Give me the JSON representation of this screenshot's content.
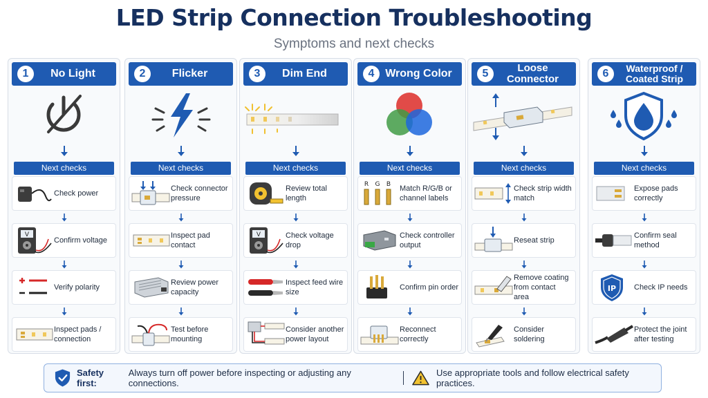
{
  "header": {
    "title": "LED Strip Connection Troubleshooting",
    "subtitle": "Symptoms and next checks"
  },
  "colors": {
    "accent": "#1f5bb2",
    "title": "#16305f",
    "warning": "#f2c230",
    "danger": "#d62828"
  },
  "next_checks_label": "Next checks",
  "columns": [
    {
      "number": "1",
      "title": "No Light",
      "hero_icon": "power-off-icon",
      "steps": [
        {
          "icon": "power-adapter-icon",
          "text": "Check power"
        },
        {
          "icon": "multimeter-icon",
          "text": "Confirm voltage"
        },
        {
          "icon": "polarity-icon",
          "text": "Verify polarity"
        },
        {
          "icon": "led-strip-pads-icon",
          "text": "Inspect pads / connection"
        }
      ]
    },
    {
      "number": "2",
      "title": "Flicker",
      "hero_icon": "lightning-icon",
      "steps": [
        {
          "icon": "connector-pressure-icon",
          "text": "Check connector pressure"
        },
        {
          "icon": "led-strip-icon",
          "text": "Inspect pad contact"
        },
        {
          "icon": "power-supply-icon",
          "text": "Review power capacity"
        },
        {
          "icon": "wired-connector-icon",
          "text": "Test before mounting"
        }
      ]
    },
    {
      "number": "3",
      "title": "Dim End",
      "hero_icon": "dimming-strip-icon",
      "steps": [
        {
          "icon": "tape-measure-icon",
          "text": "Review total length"
        },
        {
          "icon": "multimeter-icon",
          "text": "Check voltage drop"
        },
        {
          "icon": "feed-wire-icon",
          "text": "Inspect feed wire size"
        },
        {
          "icon": "power-layout-icon",
          "text": "Consider another power layout"
        }
      ]
    },
    {
      "number": "4",
      "title": "Wrong Color",
      "hero_icon": "rgb-circles-icon",
      "steps": [
        {
          "icon": "rgb-pins-icon",
          "text": "Match R/G/B or channel labels",
          "labels": [
            "R",
            "G",
            "B"
          ]
        },
        {
          "icon": "controller-icon",
          "text": "Check controller output"
        },
        {
          "icon": "pin-connector-icon",
          "text": "Confirm pin order"
        },
        {
          "icon": "reconnect-icon",
          "text": "Reconnect correctly"
        }
      ]
    },
    {
      "number": "5",
      "title": "Loose Connector",
      "hero_icon": "connector-clip-icon",
      "steps": [
        {
          "icon": "strip-width-icon",
          "text": "Check strip width match"
        },
        {
          "icon": "reseat-icon",
          "text": "Reseat strip"
        },
        {
          "icon": "scrape-coating-icon",
          "text": "Remove coating from contact area"
        },
        {
          "icon": "soldering-iron-icon",
          "text": "Consider soldering"
        }
      ]
    },
    {
      "number": "6",
      "title": "Waterproof / Coated Strip",
      "hero_icon": "water-shield-icon",
      "steps": [
        {
          "icon": "exposed-pads-icon",
          "text": "Expose pads correctly"
        },
        {
          "icon": "seal-connector-icon",
          "text": "Confirm seal method"
        },
        {
          "icon": "ip-badge-icon",
          "text": "Check IP needs",
          "badge": "IP"
        },
        {
          "icon": "heat-shrink-icon",
          "text": "Protect the joint after testing"
        }
      ]
    }
  ],
  "safety": {
    "label": "Safety first:",
    "message": "Always turn off power before inspecting or adjusting any connections.",
    "tools_message": "Use appropriate tools and follow electrical safety practices."
  }
}
